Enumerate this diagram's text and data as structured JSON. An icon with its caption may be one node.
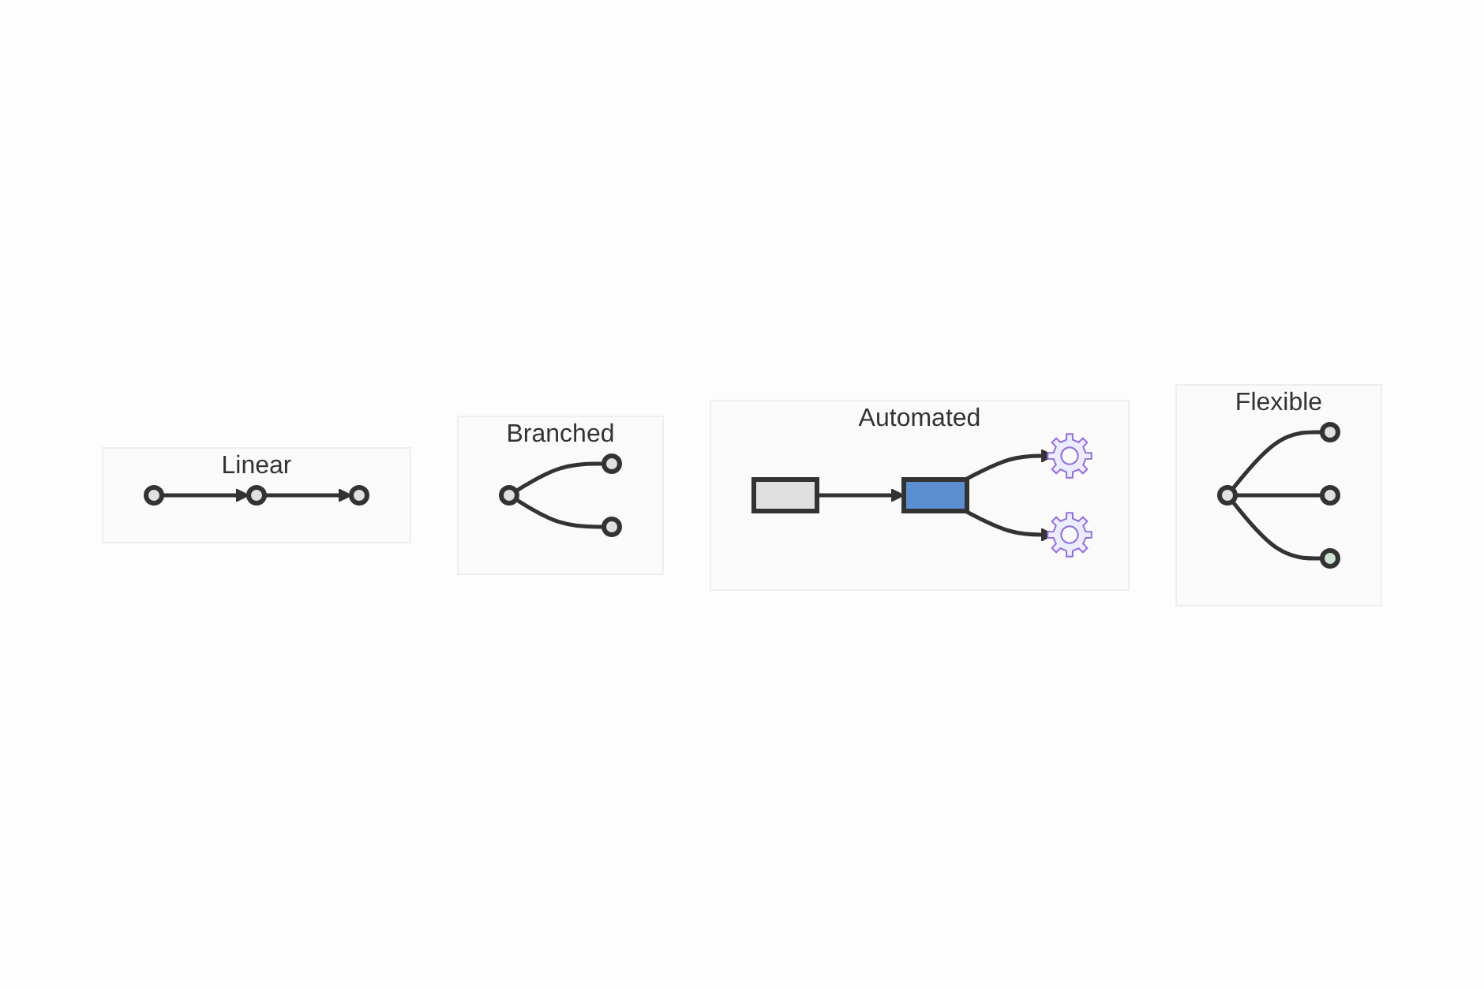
{
  "diagram": {
    "nodes": [
      {
        "text": [
          "Linear"
        ]
      },
      {
        "text": [],
        "shape": "circle",
        "in": 0
      },
      {
        "text": [],
        "shape": "circle",
        "in": 0
      },
      {
        "text": [],
        "shape": "circle",
        "in": 0
      },
      {
        "text": [
          "Branched"
        ]
      },
      {
        "text": [],
        "shape": "circle",
        "in": 4
      },
      {
        "text": [],
        "shape": "circle",
        "in": 4
      },
      {
        "text": [],
        "shape": "circle",
        "in": 4
      },
      {
        "text": [
          "Automated"
        ]
      },
      {
        "text": [],
        "shape": "box",
        "in": 8
      },
      {
        "text": [],
        "shape": "box",
        "in": 8
      },
      {
        "text": [],
        "shape": "picture",
        "in": 8
      },
      {
        "text": [],
        "shape": "picture",
        "in": 8
      },
      {
        "text": [
          "Flexible"
        ]
      },
      {
        "text": [],
        "shape": "circle",
        "in": 13
      },
      {
        "text": [],
        "shape": "circle",
        "in": 13
      },
      {
        "text": [],
        "shape": "circle",
        "in": 13
      },
      {
        "text": [],
        "shape": "circle",
        "in": 13
      }
    ],
    "edges": [
      {
        "from": 1,
        "to": 2,
        "arrow": "to"
      },
      {
        "from": 2,
        "to": 3,
        "arrow": "to"
      },
      {
        "from": 5,
        "to": 6,
        "arrow": "none"
      },
      {
        "from": 5,
        "to": 7,
        "arrow": "none"
      },
      {
        "from": 9,
        "to": 10,
        "arrow": "to"
      },
      {
        "from": 10,
        "to": 11,
        "arrow": "to"
      },
      {
        "from": 10,
        "to": 12,
        "arrow": "to"
      },
      {
        "from": 14,
        "to": 15,
        "arrow": "none"
      },
      {
        "from": 14,
        "to": 16,
        "arrow": "none"
      },
      {
        "from": 14,
        "to": 17,
        "arrow": "none"
      }
    ]
  }
}
